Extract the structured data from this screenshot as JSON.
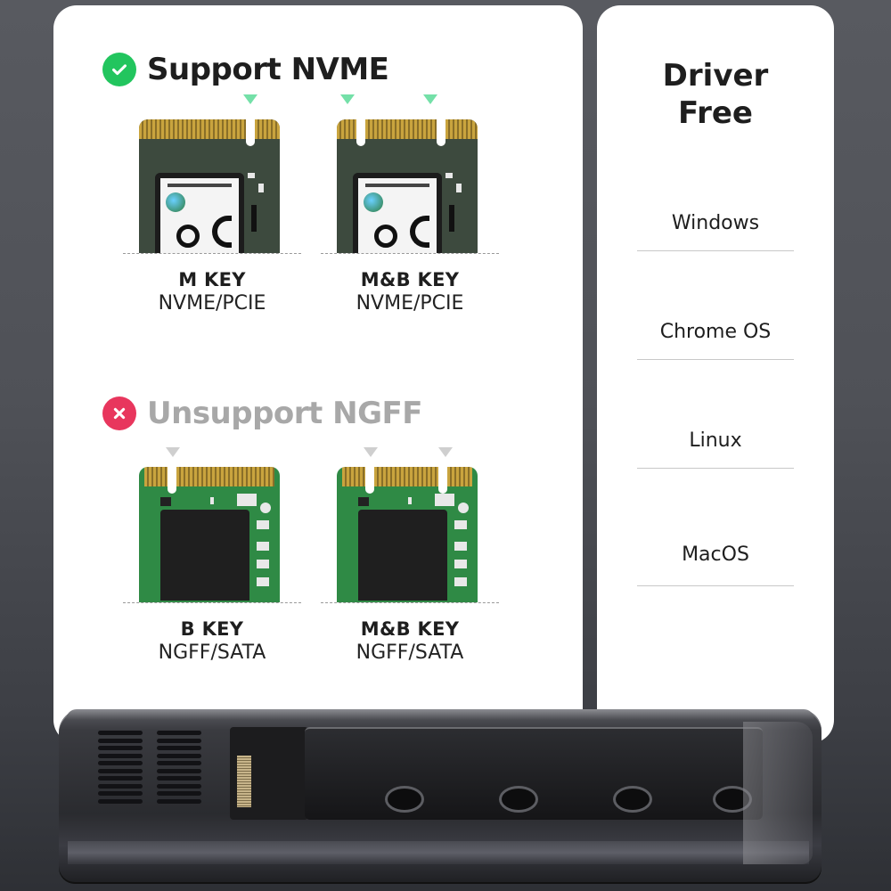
{
  "colors": {
    "background": "#505258",
    "panel": "#ffffff",
    "supported_green": "#22c55e",
    "unsupported_red": "#e8365d",
    "supported_title": "#1e1e1e",
    "unsupported_title": "#a8a8a8",
    "nvme_marker": "#74e0a8",
    "ngff_marker": "#cfcfcf"
  },
  "left_panel": {
    "supported": {
      "icon": "check-circle-icon",
      "title": "Support NVME",
      "cards": [
        {
          "key": "M KEY",
          "protocol": "NVME/PCIE",
          "notches": "M",
          "image": "nvme-ssd-m-key"
        },
        {
          "key": "M&B KEY",
          "protocol": "NVME/PCIE",
          "notches": "M&B",
          "image": "nvme-ssd-mb-key"
        }
      ]
    },
    "unsupported": {
      "icon": "x-circle-icon",
      "title": "Unsupport NGFF",
      "cards": [
        {
          "key": "B KEY",
          "protocol": "NGFF/SATA",
          "notches": "B",
          "image": "ngff-ssd-b-key"
        },
        {
          "key": "M&B KEY",
          "protocol": "NGFF/SATA",
          "notches": "M&B",
          "image": "ngff-ssd-mb-key"
        }
      ]
    }
  },
  "right_panel": {
    "title_line1": "Driver",
    "title_line2": "Free",
    "os_list": [
      "Windows",
      "Chrome OS",
      "Linux",
      "MacOS"
    ]
  },
  "product": {
    "image": "m2-ssd-enclosure-open"
  }
}
